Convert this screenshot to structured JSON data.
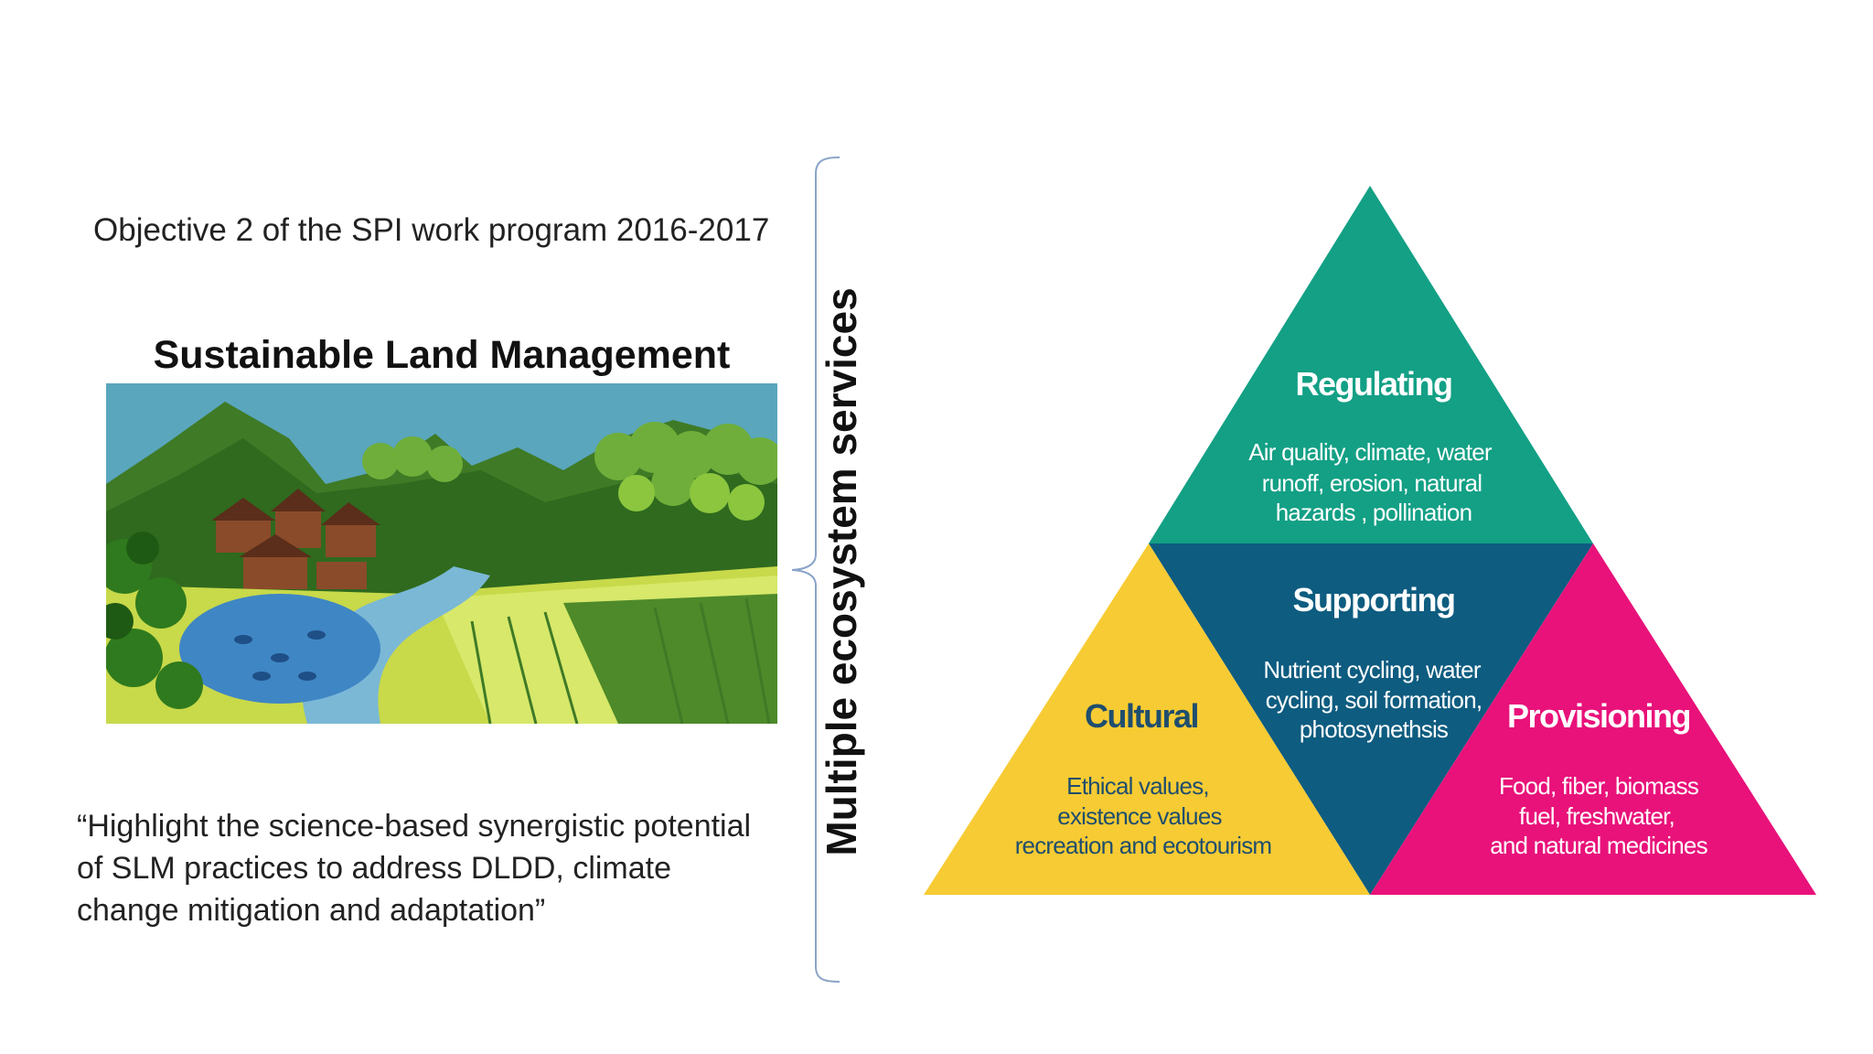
{
  "left": {
    "objective": "Objective 2 of the SPI work program 2016-2017",
    "illustration_title": "Sustainable Land Management",
    "quote_lines": [
      "“Highlight the science-based synergistic potential",
      "of SLM practices to address DLDD, climate",
      "change mitigation and adaptation”"
    ]
  },
  "vertical_label": "Multiple ecosystem services",
  "pyramid": {
    "regulating": {
      "title": "Regulating",
      "lines": [
        "Air quality, climate, water",
        "runoff, erosion, natural",
        "hazards , pollination"
      ],
      "color": "#13a085"
    },
    "supporting": {
      "title": "Supporting",
      "lines": [
        "Nutrient cycling, water",
        "cycling, soil formation,",
        "photosynethsis"
      ],
      "color": "#0e5c80"
    },
    "cultural": {
      "title": "Cultural",
      "lines": [
        "Ethical values,",
        "existence values",
        "recreation and ecotourism"
      ],
      "color": "#f7cb33"
    },
    "provisioning": {
      "title": "Provisioning",
      "lines": [
        "Food, fiber, biomass",
        "fuel, freshwater,",
        "and natural medicines"
      ],
      "color": "#e8127a"
    }
  },
  "colors": {
    "cultural_text": "#1f4e6e",
    "light_text": "#ffffff",
    "brace": "#8aa4c8"
  }
}
